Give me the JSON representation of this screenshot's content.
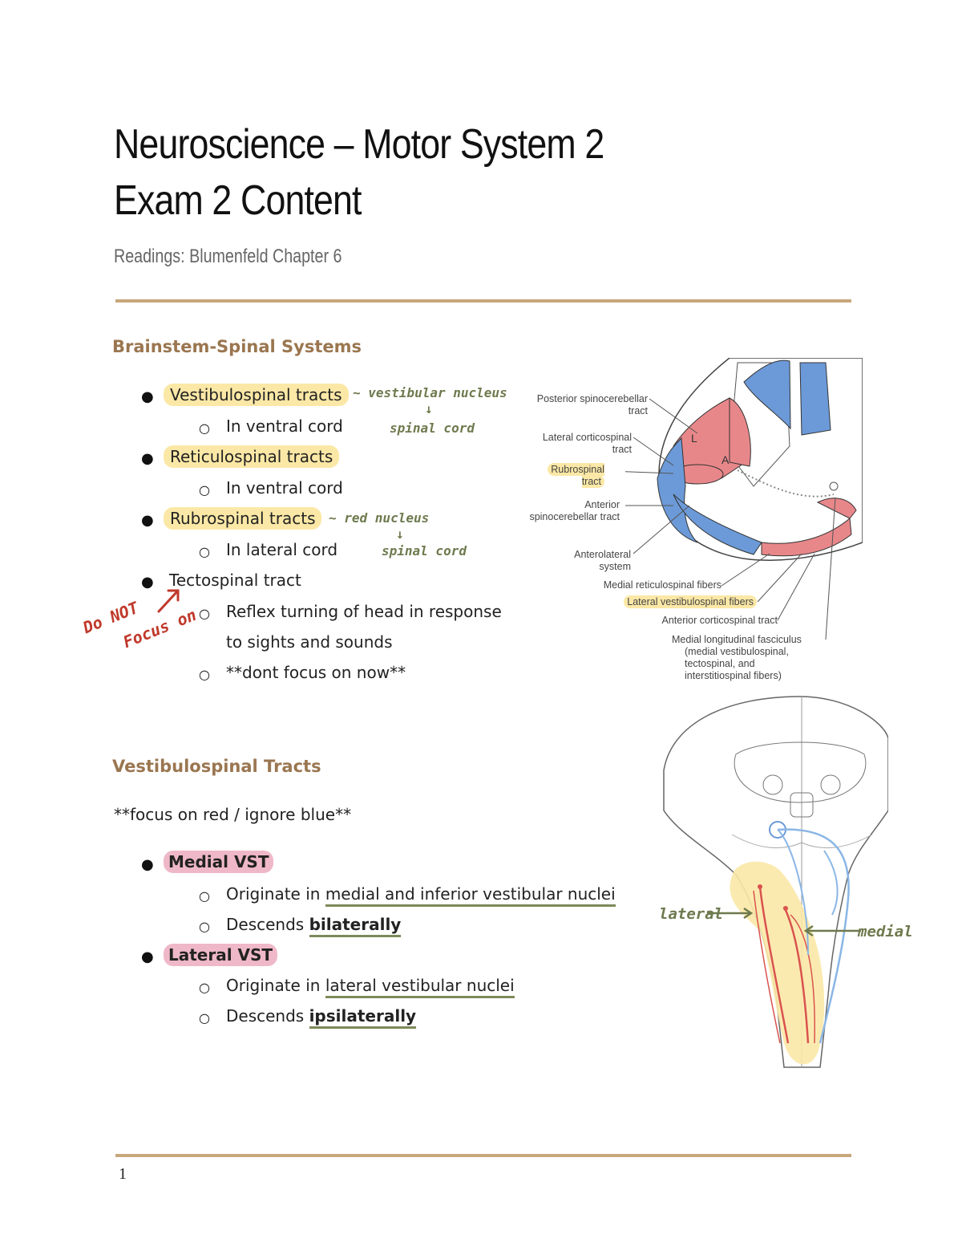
{
  "header": {
    "title_line1": "Neuroscience – Motor System 2",
    "title_line2": "Exam 2 Content",
    "readings": "Readings: Blumenfeld Chapter 6"
  },
  "section1": {
    "heading": "Brainstem-Spinal Systems",
    "items": [
      {
        "label": "Vestibulospinal tracts",
        "sub": "In ventral cord"
      },
      {
        "label": "Reticulospinal tracts",
        "sub": "In ventral cord"
      },
      {
        "label": "Rubrospinal tracts",
        "sub": "In lateral cord"
      },
      {
        "label": "Tectospinal tract",
        "sub1a": "Reflex turning of head in response",
        "sub1b": "to sights and sounds",
        "sub2": "**dont focus on now**"
      }
    ],
    "notes": {
      "vest_top": "~ vestibular nucleus",
      "vest_bottom": "spinal cord",
      "rubro_top": "~ red nucleus",
      "rubro_bottom": "spinal cord",
      "arrow_down": "↓",
      "do_not": "Do NOT",
      "focus_on": "Focus on"
    }
  },
  "figure1": {
    "labels": {
      "posterior": "Posterior spinocerebellar tract",
      "lateral_cst": "Lateral corticospinal tract",
      "rubrospinal": "Rubrospinal tract",
      "anterior_sct": "Anterior spinocerebellar tract",
      "anterolateral": "Anterolateral system",
      "medial_ret": "Medial reticulospinal fibers",
      "lateral_vest": "Lateral vestibulospinal fibers",
      "anterior_cst": "Anterior corticospinal tract",
      "mlf": "Medial longitudinal fasciculus",
      "mlf_sub": "(medial vestibulospinal, tectospinal, and interstitiospinal fibers)",
      "L": "L",
      "A": "A"
    }
  },
  "section2": {
    "heading": "Vestibulospinal Tracts",
    "note": "**focus on red / ignore blue**",
    "medial": {
      "label": "Medial VST",
      "origin_prefix": "Originate in ",
      "origin": "medial and inferior vestibular nuclei",
      "desc_prefix": "Descends ",
      "desc": "bilaterally"
    },
    "lateral": {
      "label": "Lateral VST",
      "origin_prefix": "Originate in ",
      "origin": "lateral vestibular nuclei",
      "desc_prefix": "Descends ",
      "desc": "ipsilaterally"
    },
    "hand_lateral": "lateral",
    "hand_medial": "medial"
  },
  "footer": {
    "page": "1"
  },
  "colors": {
    "rule": "#c8a77c",
    "heading": "#9a7650",
    "highlight_yellow": "#fbe8a6",
    "highlight_pink": "#efb8c8",
    "tract_red": "#e8878a",
    "tract_blue": "#6c9ad8"
  }
}
